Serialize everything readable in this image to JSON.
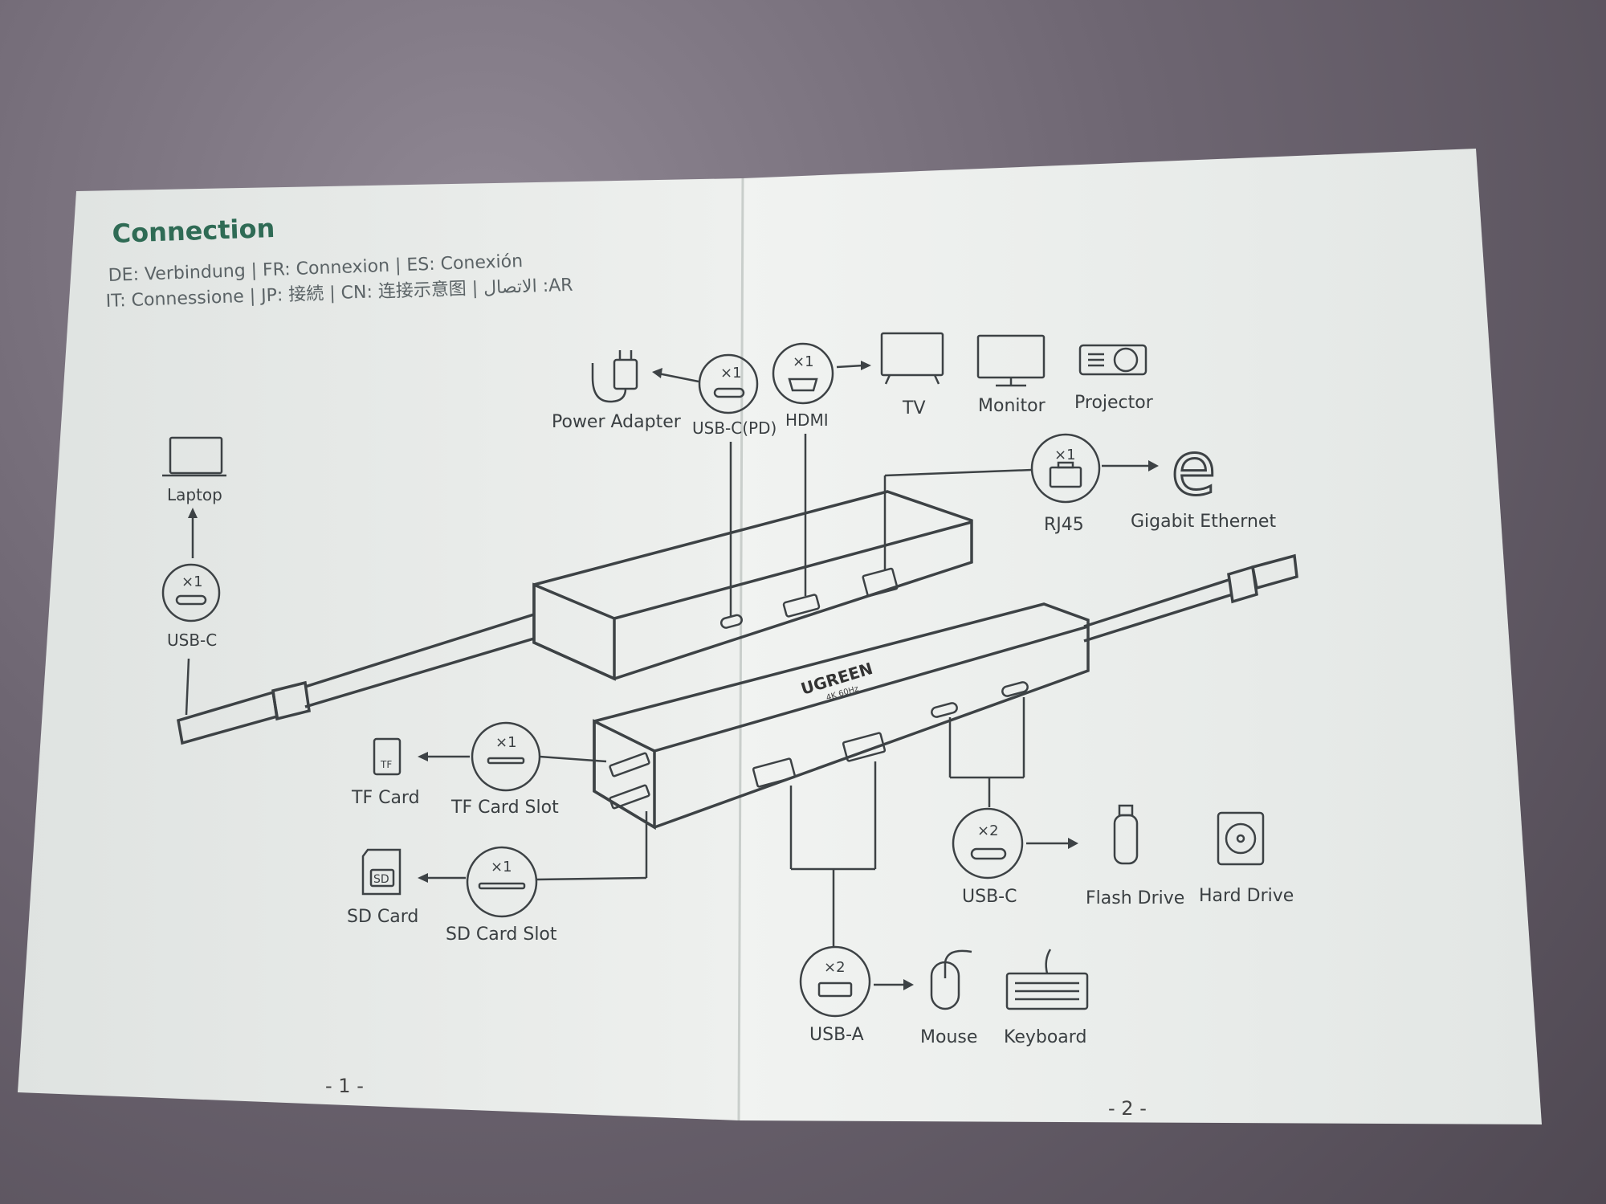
{
  "header": {
    "title": "Connection",
    "languages_line1": "DE: Verbindung | FR: Connexion | ES: Conexión",
    "languages_line2": "IT: Connessione | JP: 接続 | CN: 连接示意图 | الاتصال :AR"
  },
  "hub_brand": "UGREEN",
  "hub_spec": "4K 60Hz",
  "ports": {
    "usb_c_host": {
      "count": "×1",
      "label": "USB-C",
      "target": "Laptop"
    },
    "usb_c_pd": {
      "count": "×1",
      "label": "USB-C(PD)",
      "target": "Power Adapter"
    },
    "hdmi": {
      "count": "×1",
      "label": "HDMI",
      "targets": [
        "TV",
        "Monitor",
        "Projector"
      ]
    },
    "rj45": {
      "count": "×1",
      "label": "RJ45",
      "target": "Gigabit Ethernet"
    },
    "tf": {
      "count": "×1",
      "label": "TF Card Slot",
      "target": "TF Card",
      "card_text": "TF"
    },
    "sd": {
      "count": "×1",
      "label": "SD Card Slot",
      "target": "SD Card",
      "card_text": "SD"
    },
    "usb_c_data": {
      "count": "×2",
      "label": "USB-C",
      "targets": [
        "Flash Drive",
        "Hard Drive"
      ]
    },
    "usb_a": {
      "count": "×2",
      "label": "USB-A",
      "targets": [
        "Mouse",
        "Keyboard"
      ]
    }
  },
  "pages": {
    "left": "- 1 -",
    "right": "- 2 -"
  },
  "colors": {
    "accent_green": "#2f6b55",
    "paper": "#e9ecea",
    "line": "#3d4245"
  }
}
